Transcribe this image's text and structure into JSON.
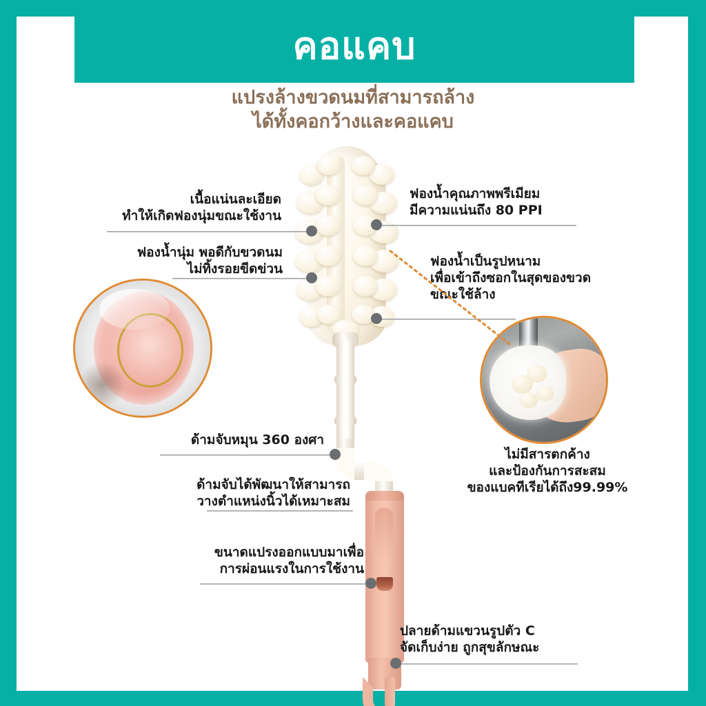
{
  "header": {
    "title": "คอแคบ",
    "band_color": "#06b0a5"
  },
  "subtitle": {
    "line1": "แปรงล้างขวดนมที่สามารถล้าง",
    "line2": "ได้ทั้งคอกว้างและคอแคบ",
    "color": "#8a6f58"
  },
  "callouts": {
    "left_top": {
      "line1": "เนื้อแน่นละเอียด",
      "line2": "ทำให้เกิดฟองนุ่มขณะใช้งาน"
    },
    "left_second": {
      "line1": "ฟองน้ำนุ่ม พอดีกับขวดนม",
      "line2": "ไม่ทิ้งรอยขีดข่วน"
    },
    "right_top": {
      "line1": "ฟองน้ำคุณภาพพรีเมียม",
      "line2": "มีความแน่นถึง 80 PPI"
    },
    "right_second": {
      "line1": "ฟองน้ำเป็นรูปหนาม",
      "line2": "เพื่อเข้าถึงซอกในสุดของขวด",
      "line3": "ขณะใช้ล้าง"
    },
    "right_photo_caption": {
      "line1": "ไม่มีสารตกค้าง",
      "line2": "และป้องกันการสะสม",
      "line3": "ของแบคทีเรียได้ถึง99.99%"
    },
    "handle_rotate": {
      "line1": "ด้ามจับหมุน 360 องศา"
    },
    "handle_grip": {
      "line1": "ด้ามจับได้พัฒนาให้สามารถ",
      "line2": "วางตำแหน่งนิ้วได้เหมาะสม"
    },
    "brush_size": {
      "line1": "ขนาดแปรงออกแบบมาเพื่อ",
      "line2": "การผ่อนแรงในการใช้งาน"
    },
    "hook": {
      "line1": "ปลายด้ามแขวนรูปตัว C",
      "line2": "จัดเก็บง่าย ถูกสุขลักษณะ"
    }
  },
  "colors": {
    "teal": "#06b0a5",
    "brown": "#8a6f58",
    "orange_ring": "#e08a32",
    "dot_gray": "#6b6e70",
    "handle_pink": "#f0b59f",
    "sponge_cream": "#fbf4e4"
  }
}
